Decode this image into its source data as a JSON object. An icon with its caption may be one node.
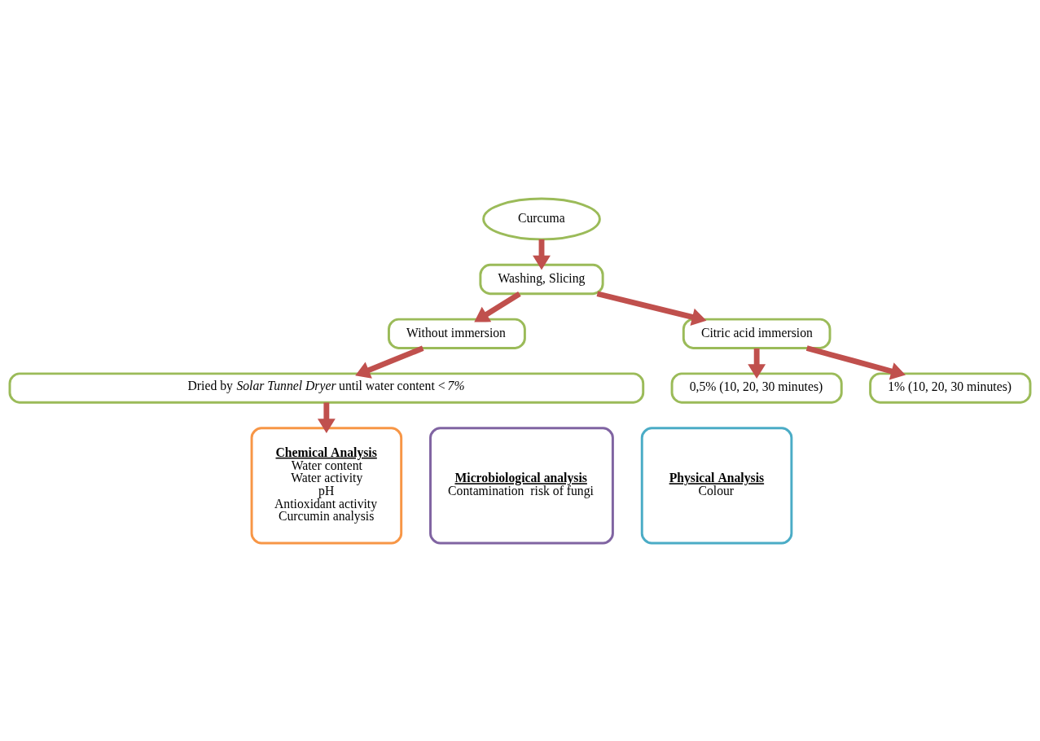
{
  "diagram": {
    "nodes": [
      {
        "text": [
          "Curcuma"
        ]
      },
      {
        "text": [
          "Washing, Slicing"
        ]
      },
      {
        "text": [
          "Without immersion"
        ]
      },
      {
        "text": [
          "Citric acid immersion"
        ]
      },
      {
        "text": [
          "0,5% (10, 20, 30 minutes)"
        ]
      },
      {
        "text": [
          "1% (10, 20, 30 minutes)"
        ]
      },
      {
        "text": [
          "Dried by *Solar Tunnel Dryer* until water content < *7%*"
        ]
      },
      {
        "text": [
          "Physical Analysis",
          "Colour"
        ]
      },
      {
        "text": [
          "Chemical Analysis",
          "Water content",
          "Water activity",
          "pH",
          "Antioxidant activity",
          "Curcumin analysis"
        ]
      },
      {
        "text": [
          "Microbiological analysis",
          "Contamination  risk of fungi"
        ]
      }
    ],
    "edges": [
      {
        "from": 0,
        "to": 1,
        "arrow": "to"
      },
      {
        "from": 1,
        "to": 2,
        "arrow": "to"
      },
      {
        "from": 1,
        "to": 3,
        "arrow": "to"
      },
      {
        "from": 3,
        "to": 4,
        "arrow": "to"
      },
      {
        "from": 3,
        "to": 5,
        "arrow": "to"
      },
      {
        "from": 2,
        "to": 6,
        "arrow": "to"
      },
      {
        "from": 6,
        "to": 8,
        "arrow": "to"
      }
    ]
  }
}
